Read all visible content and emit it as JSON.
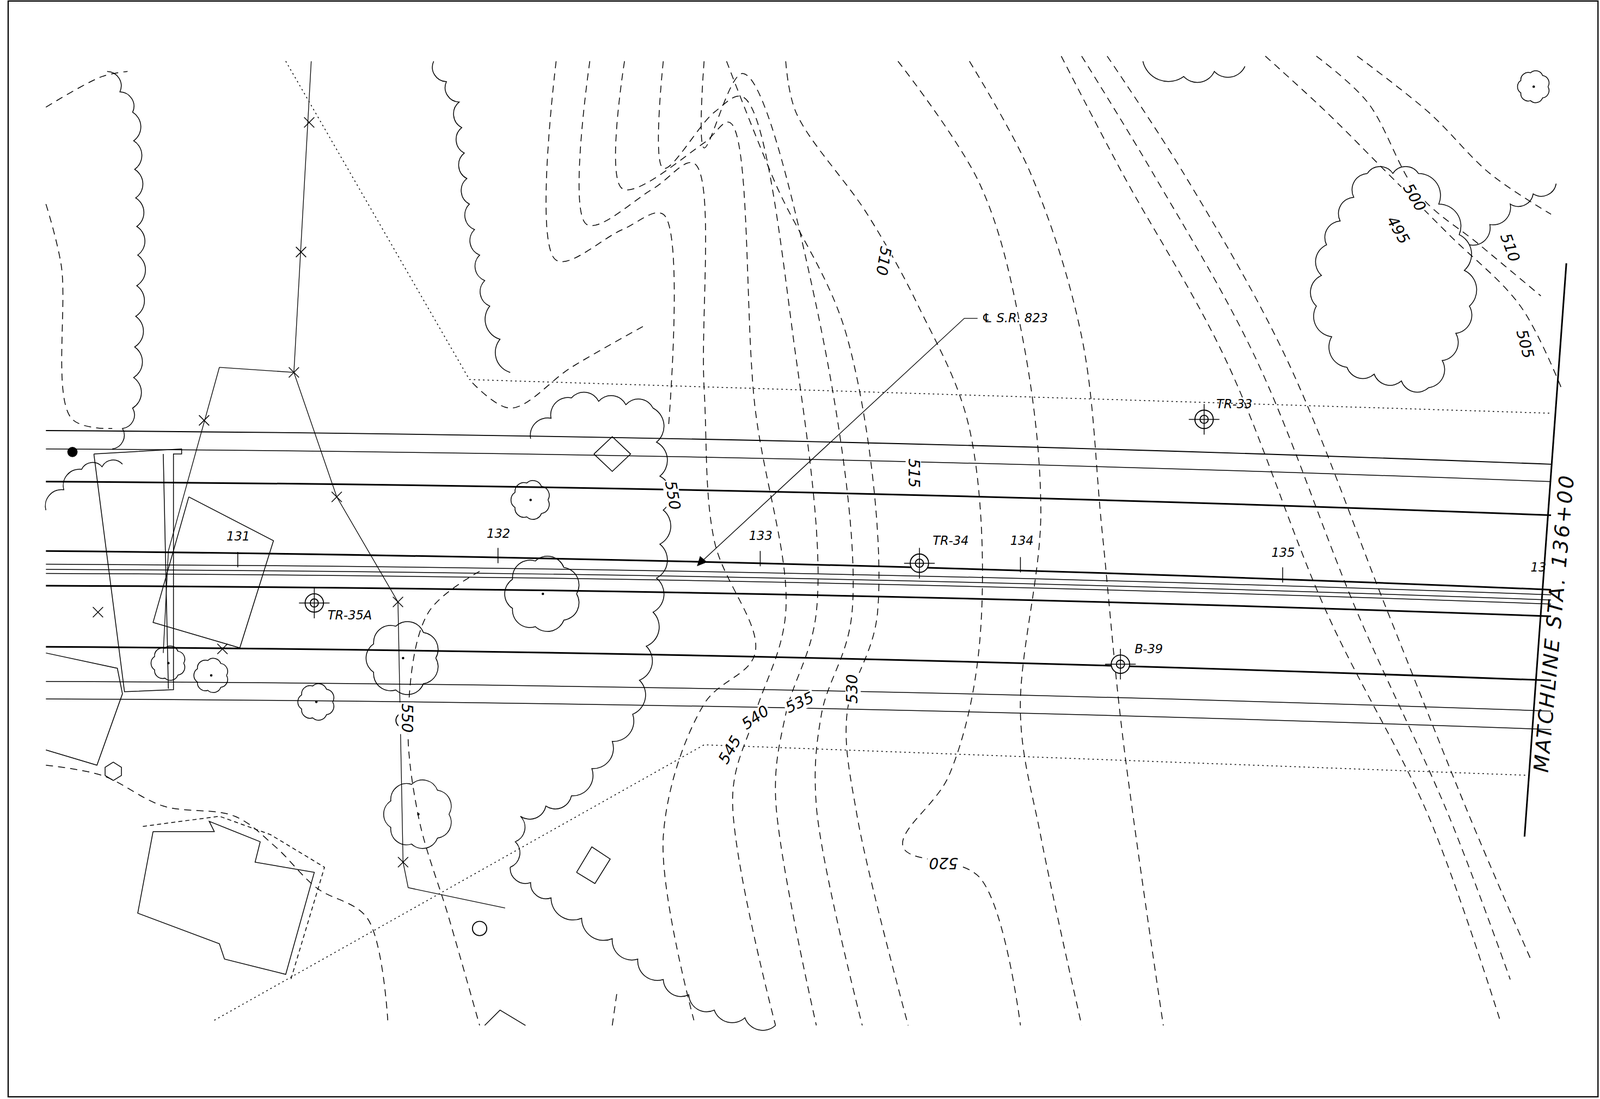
{
  "diagram": {
    "labels": [
      "℄ S.R. 823",
      "131",
      "132",
      "133",
      "134",
      "135",
      "13",
      "TR-33",
      "TR-34",
      "TR-35A",
      "B-39",
      "MATCHLINE STA. 136+00",
      "510",
      "515",
      "550",
      "530",
      "535",
      "540",
      "545",
      "520",
      "500",
      "495",
      "510",
      "505",
      "550"
    ]
  }
}
